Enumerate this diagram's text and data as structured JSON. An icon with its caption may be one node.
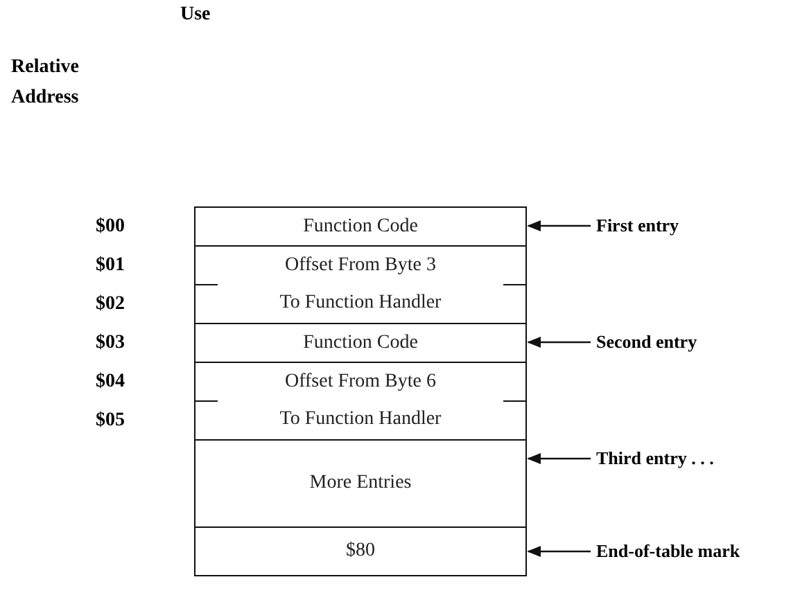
{
  "diagram": {
    "nodes": [
      {
        "text": [
          "Function Code"
        ]
      },
      {
        "text": [
          "Offset From Byte 3"
        ]
      },
      {
        "text": [
          "To Function Handler"
        ]
      },
      {
        "text": [
          "Function Code"
        ]
      },
      {
        "text": [
          "Offset From Byte 6"
        ]
      },
      {
        "text": [
          "To Function Handler"
        ]
      },
      {
        "text": [
          "More Entries"
        ]
      },
      {
        "text": [
          "$80"
        ]
      },
      {
        "text": [
          "First entry"
        ]
      },
      {
        "text": [
          "Second entry"
        ]
      },
      {
        "text": [
          "Third entry . . ."
        ]
      },
      {
        "text": [
          "End-of-table mark"
        ]
      }
    ],
    "edges": [
      {
        "from": 8,
        "to": 0,
        "arrow": "to"
      },
      {
        "from": 9,
        "to": 3,
        "arrow": "to"
      },
      {
        "from": 10,
        "to": 6,
        "arrow": "to"
      },
      {
        "from": 11,
        "to": 7,
        "arrow": "to"
      }
    ],
    "labels": [
      "Use",
      "Relative Address",
      "$00",
      "$01",
      "$02",
      "$03",
      "$04",
      "$05"
    ]
  }
}
